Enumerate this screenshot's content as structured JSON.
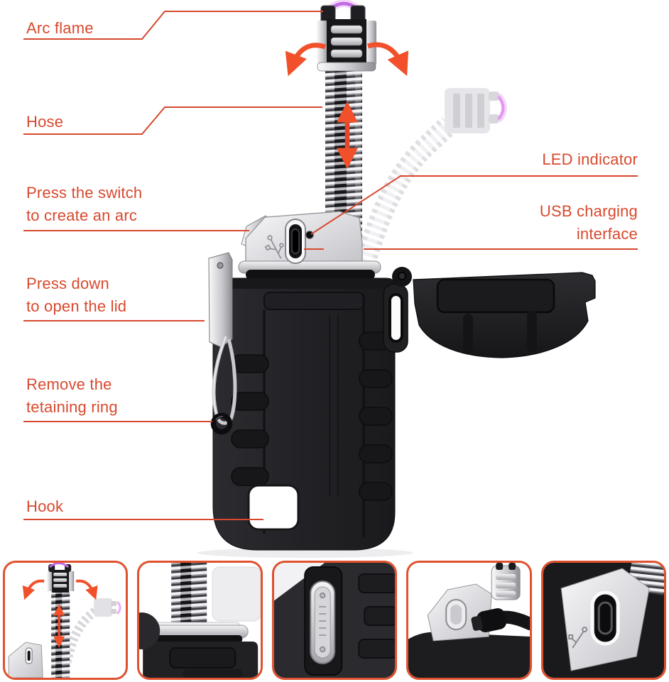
{
  "colors": {
    "label": "#d8492e",
    "leader": "#d6492e",
    "arrow": "#f1502b",
    "hose-arrow": "#e8462b",
    "arc": "#c06ae4",
    "thumb-border": "#e0512e"
  },
  "labels": {
    "arc_flame": {
      "text": "Arc flame"
    },
    "hose": {
      "text": "Hose"
    },
    "press_switch": {
      "line1": "Press the switch",
      "line2": "to create an arc"
    },
    "press_down": {
      "line1": "Press down",
      "line2": "to open the lid"
    },
    "remove_ring": {
      "line1": "Remove the",
      "line2": "tetaining ring"
    },
    "hook": {
      "text": "Hook"
    },
    "led_indicator": {
      "text": "LED indicator"
    },
    "usb_charging": {
      "line1": "USB charging",
      "line2": "interface"
    }
  },
  "thumbnails": {
    "count": "5",
    "items": [
      {
        "name": "bendable-hose-demo"
      },
      {
        "name": "hose-base-closeup"
      },
      {
        "name": "side-clip-closeup"
      },
      {
        "name": "usb-cable-charging"
      },
      {
        "name": "usb-port-closeup"
      }
    ]
  }
}
